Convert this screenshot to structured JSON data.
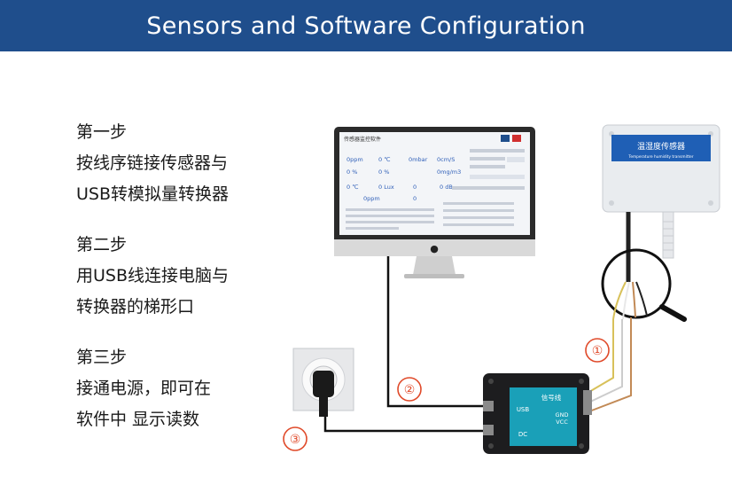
{
  "header": {
    "title": "Sensors and Software Configuration"
  },
  "steps": [
    {
      "title": "第一步",
      "lines": [
        "按线序链接传感器与",
        "USB转模拟量转换器"
      ]
    },
    {
      "title": "第二步",
      "lines": [
        "用USB线连接电脑与",
        "转换器的梯形口"
      ]
    },
    {
      "title": "第三步",
      "lines": [
        "接通电源，即可在",
        "软件中 显示读数"
      ]
    }
  ],
  "sensor": {
    "title": "温湿度传感器",
    "subtitle": "Temperature humidity transmitter"
  },
  "screen": {
    "app_title": "传感器监控软件",
    "readings": [
      "0ppm",
      "0 ℃",
      "0mbar",
      "0cm/S",
      "0 %",
      "0 %",
      "0mg/m3",
      "0 ℃",
      "0 Lux",
      "0",
      "0 dB",
      "0ppm",
      "0"
    ]
  },
  "converter": {
    "signal_label": "信号线",
    "usb_label": "USB",
    "dc_label": "DC",
    "gnd_label": "GND",
    "vcc_label": "VCC"
  },
  "markers": [
    "①",
    "②",
    "③"
  ],
  "colors": {
    "header_bg": "#1f4e8c",
    "converter_accent": "#1aa0b8",
    "marker": "#e04a2a"
  }
}
